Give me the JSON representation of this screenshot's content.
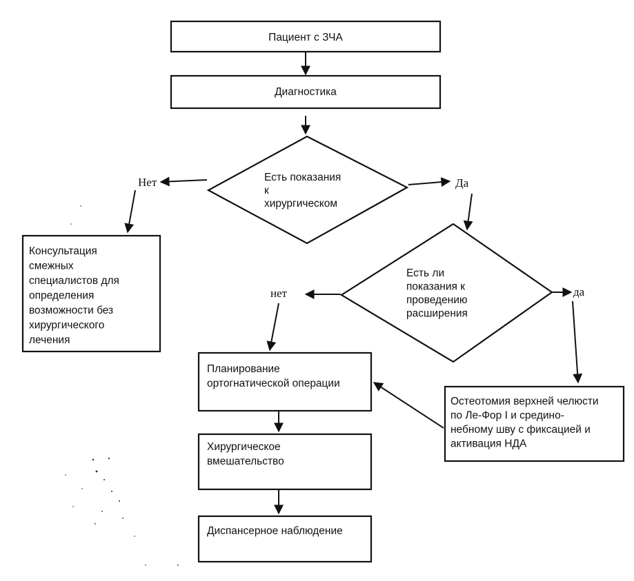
{
  "nodes": {
    "patient": {
      "lines": [
        "Пациент с ЗЧА"
      ]
    },
    "diagnostics": {
      "lines": [
        "Диагностика"
      ]
    },
    "decision_surgery": {
      "lines": [
        "Есть показания",
        "к",
        "хирургическом"
      ]
    },
    "consultation": {
      "lines": [
        "Консультация",
        "смежных",
        "специалистов для",
        "определения",
        "возможности без",
        "хирургического",
        "лечения"
      ]
    },
    "decision_expansion": {
      "lines": [
        "Есть ли",
        "показания к",
        "проведению",
        "расширения"
      ]
    },
    "planning": {
      "lines": [
        "Планирование",
        "ортогнатической операции"
      ]
    },
    "osteotomy": {
      "lines": [
        "Остеотомия верхней челюсти",
        "по Ле-Фор I и срединo-",
        "небному шву с фиксацией и",
        "активация НДА"
      ]
    },
    "surgery": {
      "lines": [
        "Хирургическое",
        "вмешательство"
      ]
    },
    "followup": {
      "lines": [
        "Диспансерное наблюдение"
      ]
    }
  },
  "branch_labels": {
    "no_1": "Нет",
    "yes_1": "Да",
    "no_2": "нет",
    "yes_2": "да"
  }
}
